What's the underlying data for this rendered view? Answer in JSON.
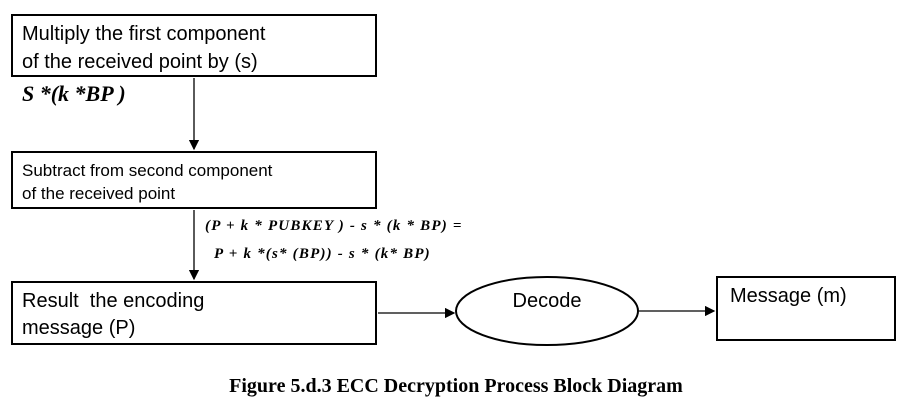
{
  "diagram": {
    "boxes": {
      "multiply": "Multiply the first component\nof the received point by (s)",
      "subtract": "Subtract from second component\nof the received point",
      "result": "Result  the encoding\nmessage (P)",
      "message": "Message (m)"
    },
    "decode_label": "Decode",
    "formulas": {
      "first": "S *(k *BP )",
      "second_line1": "(P + k * PUBKEY ) - s * (k * BP) =",
      "second_line2": "P + k *(s* (BP)) - s * (k* BP)"
    },
    "caption": "Figure 5.d.3 ECC Decryption Process Block Diagram"
  }
}
